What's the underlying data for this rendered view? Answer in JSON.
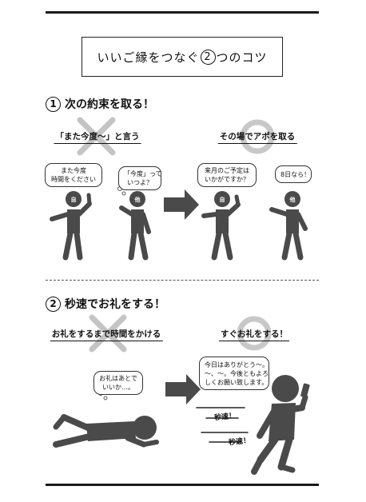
{
  "title": {
    "pre": "いいご縁をつなぐ",
    "number": "2",
    "post": "つのコツ"
  },
  "sections": [
    {
      "number": "1",
      "heading": "次の約束を取る！",
      "bad_label": "「また今度〜」と言う",
      "good_label": "その場でアポを取る",
      "bubbles": {
        "bad_self": [
          "また今度",
          "時間をください"
        ],
        "bad_other": [
          "「今度」って",
          "いつよ？"
        ],
        "good_self": [
          "来月のご予定は",
          "いかがですか？"
        ],
        "good_other": [
          "8日なら！"
        ]
      },
      "head_labels": {
        "self": "自",
        "other": "他"
      }
    },
    {
      "number": "2",
      "heading": "秒速でお礼をする！",
      "bad_label": "お礼をするまで時間をかける",
      "good_label": "すぐお礼をする！",
      "bubbles": {
        "bad": [
          "お礼はあとで",
          "いいか…。"
        ],
        "good": [
          "今日はありがとう〜。",
          "〜、〜。今後ともよろ",
          "しくお願い致します。"
        ]
      },
      "speed_labels": [
        "秒速！",
        "秒速！"
      ]
    }
  ],
  "colors": {
    "figure": "#4a4a4a",
    "mark": "#bdbdbd",
    "rule": "#1a1a1a"
  }
}
